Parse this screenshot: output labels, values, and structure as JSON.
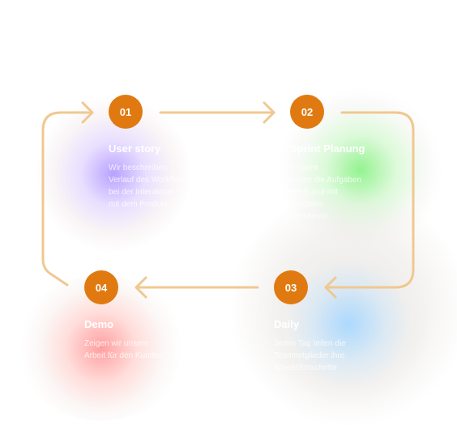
{
  "colors": {
    "step_circle": "#e07a10",
    "connector": "#f0c890",
    "glow_purple": "#b59cff",
    "glow_green": "#8ef28a",
    "glow_blue": "#a9d8ff",
    "glow_red": "#ff9a9a",
    "haze": "#e8e4e0"
  },
  "steps": [
    {
      "number": "01",
      "title": "User story",
      "text_lines": [
        "Wir beschreiben",
        "Verlauf des Workflows",
        "bei der Interaktion",
        "mit dem Produkt"
      ]
    },
    {
      "number": "02",
      "title": "Sprint Planung",
      "text_lines": [
        "Im Sprint",
        "werden die Aufgaben",
        "verteilt und mit",
        "Prioritäten",
        "abgestimmt"
      ]
    },
    {
      "number": "03",
      "title": "Daily",
      "text_lines": [
        "Jeden Tag teilen die",
        "Teammitglieder ihre",
        "Arbeitsfortschritte"
      ]
    },
    {
      "number": "04",
      "title": "Demo",
      "text_lines": [
        "Zeigen wir unsere",
        "Arbeit für den Kunden"
      ]
    }
  ]
}
